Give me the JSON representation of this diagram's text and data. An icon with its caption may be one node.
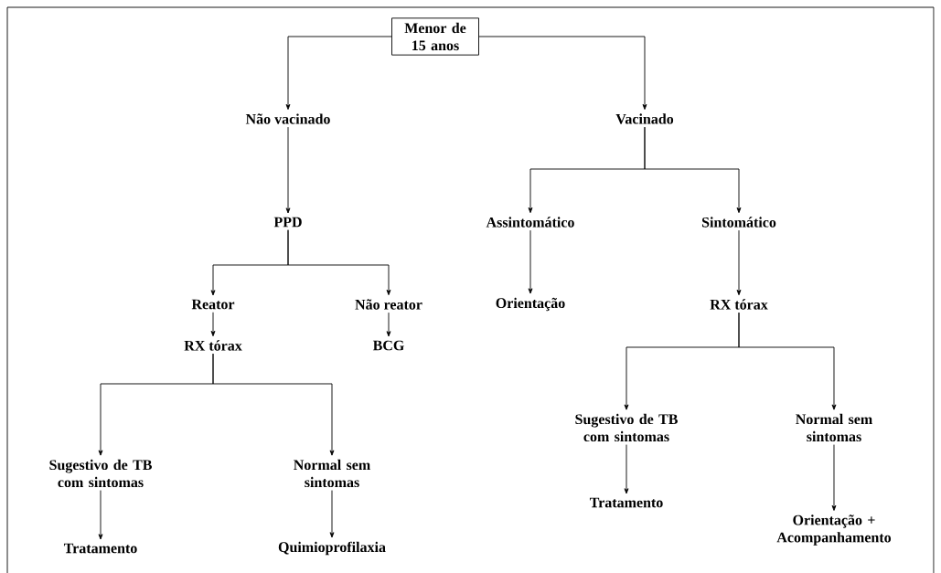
{
  "diagram": {
    "nodes": [
      {
        "text": [
          "Menor de 15 anos"
        ]
      },
      {
        "text": [
          "Não vacinado"
        ]
      },
      {
        "text": [
          "Vacinado"
        ]
      },
      {
        "text": [
          "PPD"
        ]
      },
      {
        "text": [
          "Assintomático"
        ]
      },
      {
        "text": [
          "Sintomático"
        ]
      },
      {
        "text": [
          "Reator"
        ]
      },
      {
        "text": [
          "Não reator"
        ]
      },
      {
        "text": [
          "Orientação"
        ]
      },
      {
        "text": [
          "RX tórax"
        ]
      },
      {
        "text": [
          "RX tórax"
        ]
      },
      {
        "text": [
          "BCG"
        ]
      },
      {
        "text": [
          "Sugestivo de TB com sintomas"
        ]
      },
      {
        "text": [
          "Normal sem sintomas"
        ]
      },
      {
        "text": [
          "Sugestivo de TB com sintomas"
        ]
      },
      {
        "text": [
          "Normal sem sintomas"
        ]
      },
      {
        "text": [
          "Tratamento"
        ]
      },
      {
        "text": [
          "Quimioprofilaxia"
        ]
      },
      {
        "text": [
          "Tratamento"
        ]
      },
      {
        "text": [
          "Orientação + Acompanhamento"
        ]
      }
    ],
    "edges": [
      {
        "from": 0,
        "to": 1,
        "arrow": "to"
      },
      {
        "from": 0,
        "to": 2,
        "arrow": "to"
      },
      {
        "from": 1,
        "to": 3,
        "arrow": "to"
      },
      {
        "from": 2,
        "to": 4,
        "arrow": "to"
      },
      {
        "from": 2,
        "to": 5,
        "arrow": "to"
      },
      {
        "from": 3,
        "to": 6,
        "arrow": "to"
      },
      {
        "from": 3,
        "to": 7,
        "arrow": "to"
      },
      {
        "from": 4,
        "to": 8,
        "arrow": "to"
      },
      {
        "from": 5,
        "to": 9,
        "arrow": "to"
      },
      {
        "from": 6,
        "to": 10,
        "arrow": "to"
      },
      {
        "from": 7,
        "to": 11,
        "arrow": "to"
      },
      {
        "from": 10,
        "to": 12,
        "arrow": "to"
      },
      {
        "from": 10,
        "to": 13,
        "arrow": "to"
      },
      {
        "from": 9,
        "to": 14,
        "arrow": "to"
      },
      {
        "from": 9,
        "to": 15,
        "arrow": "to"
      },
      {
        "from": 12,
        "to": 16,
        "arrow": "to"
      },
      {
        "from": 13,
        "to": 17,
        "arrow": "to"
      },
      {
        "from": 14,
        "to": 18,
        "arrow": "to"
      },
      {
        "from": 15,
        "to": 19,
        "arrow": "to"
      }
    ]
  }
}
